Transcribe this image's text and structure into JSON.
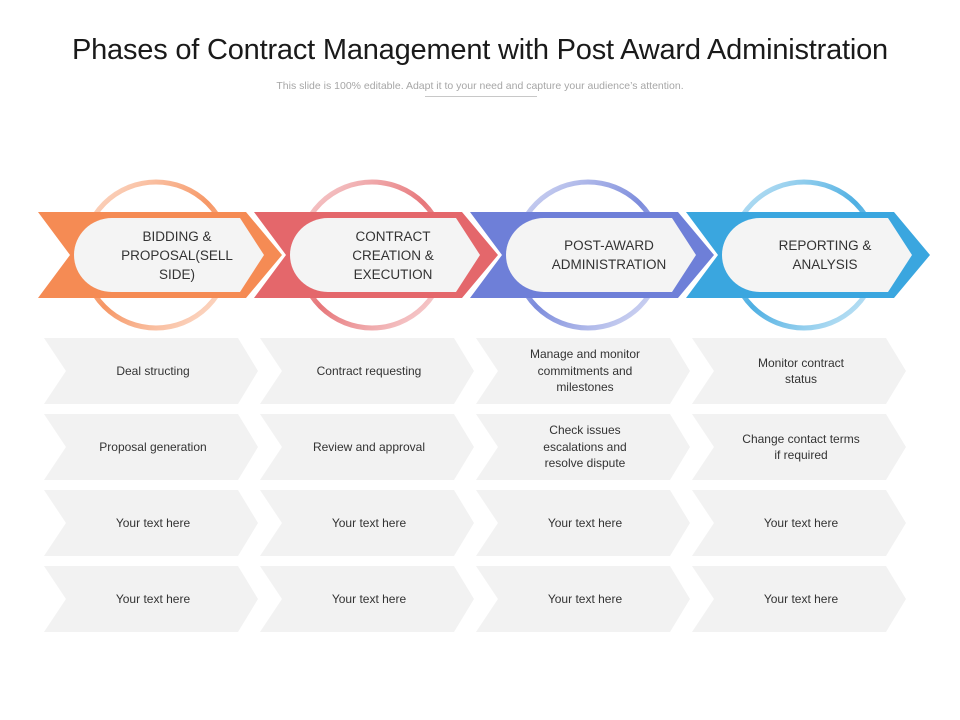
{
  "title": "Phases of Contract Management with Post Award Administration",
  "subtitle": "This slide is 100% editable. Adapt it to your need and capture your audience’s attention.",
  "phases": [
    {
      "label": "BIDDING &\nPROPOSAL(SELL\nSIDE)",
      "color": "#f58b54"
    },
    {
      "label": "CONTRACT\nCREATION &\nEXECUTION",
      "color": "#e4676b"
    },
    {
      "label": "POST-AWARD\nADMINISTRATION",
      "color": "#6e7fd8"
    },
    {
      "label": "REPORTING &\nANALYSIS",
      "color": "#3aa6df"
    }
  ],
  "rows": [
    [
      "Deal structing",
      "Contract requesting",
      "Manage and monitor\ncommitments and\nmilestones",
      "Monitor contract\nstatus"
    ],
    [
      "Proposal generation",
      "Review and approval",
      "Check issues\nescalations and\nresolve dispute",
      "Change contact terms\nif required"
    ],
    [
      "Your text here",
      "Your text here",
      "Your text here",
      "Your text here"
    ],
    [
      "Your text here",
      "Your text here",
      "Your text here",
      "Your text here"
    ]
  ],
  "colors": {
    "cell_fill": "#f2f2f2",
    "inner_fill": "#f4f4f4"
  }
}
